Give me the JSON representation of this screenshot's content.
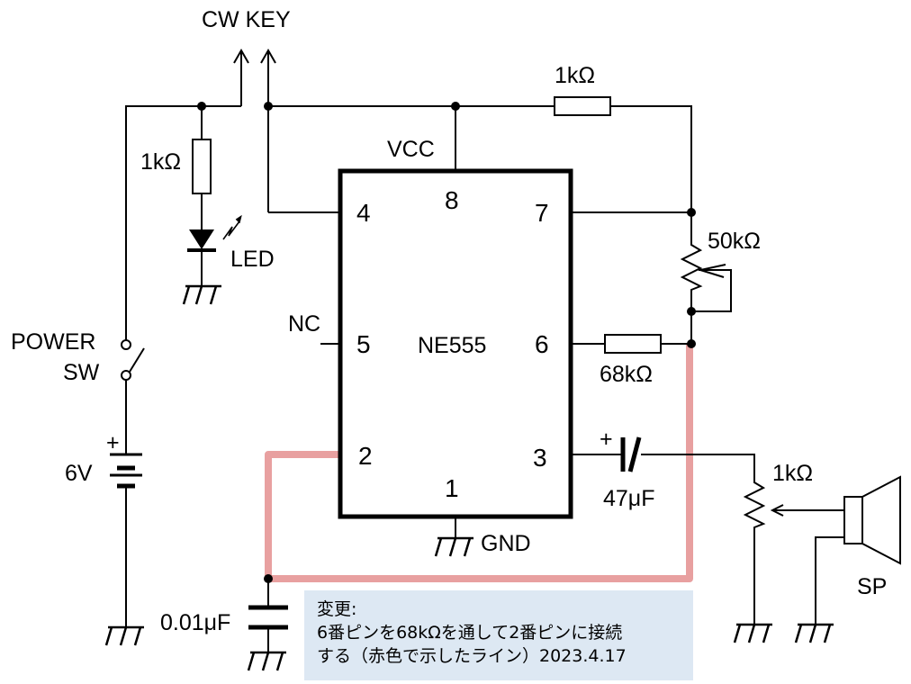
{
  "labels": {
    "cw_key": "CW KEY",
    "r_top": "1kΩ",
    "r_led": "1kΩ",
    "led": "LED",
    "vcc": "VCC",
    "ic_name": "NE555",
    "nc": "NC",
    "pot50k": "50kΩ",
    "r68k": "68kΩ",
    "cap47": "47μF",
    "cap47_plus": "+",
    "pot1k": "1kΩ",
    "sp": "SP",
    "gnd": "GND",
    "power_sw_line1": "POWER",
    "power_sw_line2": "SW",
    "battery": "6V",
    "battery_plus": "+",
    "cap001": "0.01μF"
  },
  "pins": {
    "p1": "1",
    "p2": "2",
    "p3": "3",
    "p4": "4",
    "p5": "5",
    "p6": "6",
    "p7": "7",
    "p8": "8"
  },
  "note": {
    "line1": "変更:",
    "line2": "6番ピンを68kΩを通して2番ピンに接続",
    "line3": "する（赤色で示したライン）2023.4.17"
  },
  "colors": {
    "wire": "#000000",
    "highlight": "#e8a0a0",
    "note_bg": "#dde8f3"
  }
}
